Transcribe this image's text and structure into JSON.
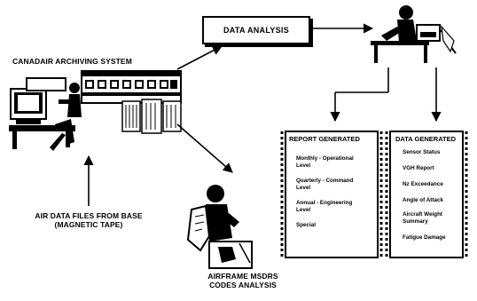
{
  "labels": {
    "archiving_system": "CANADAIR ARCHIVING SYSTEM",
    "data_analysis": "DATA ANALYSIS",
    "air_data_files_line1": "AIR DATA FILES FROM BASE",
    "air_data_files_line2": "(MAGNETIC TAPE)",
    "msdrs_line1": "AIRFRAME MSDRS",
    "msdrs_line2": "CODES ANALYSIS"
  },
  "report_generated": {
    "title": "REPORT GENERATED",
    "items": [
      [
        "Monthly - Operational",
        "Level"
      ],
      [
        "Quarterly - Command",
        "Level"
      ],
      [
        "Annual - Engineering",
        "Level"
      ],
      [
        "Special"
      ]
    ]
  },
  "data_generated": {
    "title": "DATA GENERATED",
    "items": [
      [
        "Sensor Status"
      ],
      [
        "VGH Report"
      ],
      [
        "Nz Exceedance"
      ],
      [
        "Angle of Attack"
      ],
      [
        "Aircraft Weight",
        "Summary"
      ],
      [
        "Fatigue Damage"
      ]
    ]
  }
}
